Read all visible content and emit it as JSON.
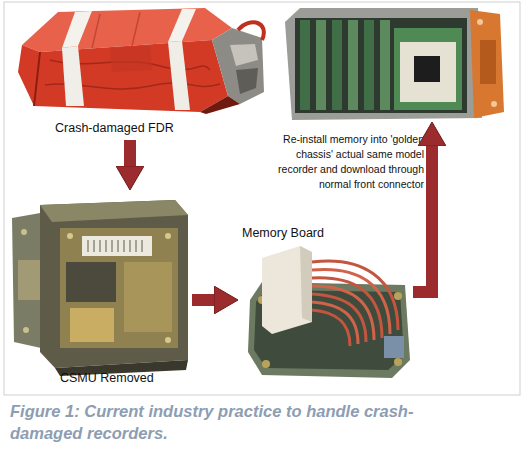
{
  "diagram": {
    "caption": "Figure 1: Current industry practice to handle crash-damaged recorders.",
    "nodes": [
      {
        "text": [
          "Crash-damaged FDR"
        ]
      },
      {
        "text": [
          "CSMU Removed"
        ]
      },
      {
        "text": [
          "Memory Board"
        ]
      },
      {
        "text": [
          "Re-install memory into 'golden chassis' actual same model recorder and download through normal front connector"
        ]
      }
    ],
    "edges": [
      {
        "from": 0,
        "to": 1,
        "arrow": "to"
      },
      {
        "from": 1,
        "to": 2,
        "arrow": "to"
      },
      {
        "from": 2,
        "to": 3,
        "arrow": "to"
      }
    ]
  }
}
